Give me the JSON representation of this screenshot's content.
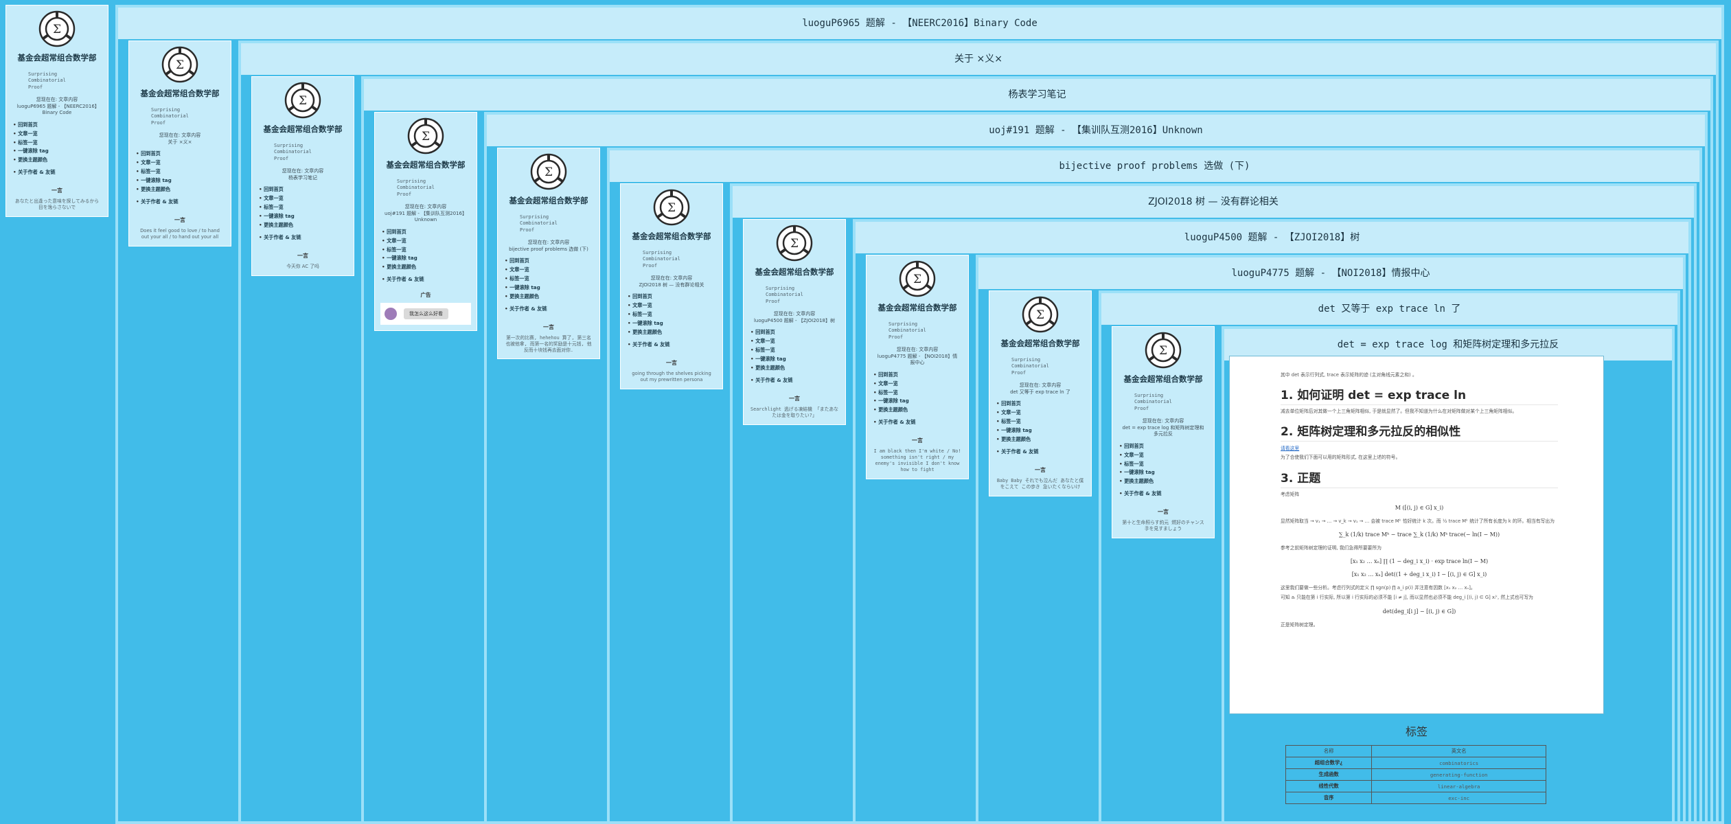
{
  "site": {
    "title": "基金会超常组合数学部",
    "subtitle": "Surprising\nCombinatorial\nProof",
    "nav": [
      "回到首页",
      "文章一览",
      "标签一览",
      "一键滚除 tag",
      "更换主题颜色",
      "关于作者 & 友链"
    ],
    "ad_title": "广告",
    "ad_tag": "我怎么这么好看",
    "yiyan_title": "一言"
  },
  "colors": {
    "page_bg": "#41bce9",
    "panel_header": "#c6ecfa",
    "panel_border": "#9be0f8",
    "sidebar_bg": "#c6ecfa"
  },
  "levels": [
    {
      "title": "luoguP6965 题解 - 【NEERC2016】Binary Code",
      "loc": "您现在在: 文章内容\nluoguP6965 题解 - 【NEERC2016】Binary Code",
      "yiyan": "あなたと出逢った意味を探してみるから 目を逸らさないで"
    },
    {
      "title": "关于 ×义×",
      "loc": "您现在在: 文章内容\n关于 ×义×",
      "yiyan": "Does it feel good to love / to hand out your all / to hand out your all"
    },
    {
      "title": "杨表学习笔记",
      "loc": "您现在在: 文章内容\n杨表学习笔记",
      "yiyan": "今天你 AC 了吗"
    },
    {
      "title": "uoj#191 题解 - 【集训队互测2016】Unknown",
      "loc": "您现在在: 文章内容\nuoj#191 题解 - 【集训队互测2016】Unknown",
      "yiyan": ""
    },
    {
      "title": "bijective proof problems 选做 (下)",
      "loc": "您现在在: 文章内容\nbijective proof problems 选做 (下)",
      "yiyan": "第一次的比赛, hehehou 算了, 第三名也被他拿, 而第一名的奖励是十元钱, 他反而十块钱再去面对你."
    },
    {
      "title": "ZJOI2018 树 — 没有群论相关",
      "loc": "您现在在: 文章内容\nZJOI2018 树 — 没有群论相关",
      "yiyan": "going through the shelves picking out my prewritten persona"
    },
    {
      "title": "luoguP4500 题解 - 【ZJOI2018】树",
      "loc": "您现在在: 文章内容\nluoguP4500 题解 - 【ZJOI2018】树",
      "yiyan": "Searchlight 逃げる凍結機 「またあなたは金を取りたい?」"
    },
    {
      "title": "luoguP4775 题解 - 【NOI2018】情报中心",
      "loc": "您现在在: 文章内容\nluoguP4775 题解 - 【NOI2018】情报中心",
      "yiyan": "I am black then I'm white / No! something isn't right / my enemy's invisible I don't know how to fight"
    },
    {
      "title": "det 又等于 exp trace ln 了",
      "loc": "您现在在: 文章内容\ndet 又等于 exp trace ln 了",
      "yiyan": "Baby Baby それでも泣んだ あなたと僕をこえて この歩き 急いたくならいけ"
    },
    {
      "title": "det = exp trace log 和矩阵树定理和多元拉反",
      "loc": "您现在在: 文章内容\ndet = exp trace log 和矩阵树定理和多元拉反",
      "yiyan": "第十と生命照らす約元 燃好のチャンス 手を見すましょう"
    }
  ],
  "article": {
    "intro": "其中 det 表示行列式, trace 表示矩阵的迹 (主对角线元素之和) 。",
    "h1": "1. 如何证明 det = exp trace ln",
    "p1": "减去单位矩阵后对其做一个上三角矩阵相似, 于是就显然了。但我不知道为什么在对矩阵做对某个上三角矩阵相似。",
    "h2": "2. 矩阵树定理和多元拉反的相似性",
    "link": "请看这里",
    "p2": "为了合使我们下面可以用的矩阵形式, 在这里上述的符号。",
    "h3": "3. 正题",
    "p3": "考虑矩阵",
    "m1": "M    ([(i, j) ∈ G] x_i)",
    "p4": "显然矩阵取当 → v₁ → … → v_k → v₁ → … 会被 trace Mᵏ 恰好统计 k 次。而 ½ trace Mᵏ 统计了所有长度为 k 的环。相当有写出为",
    "m2": "∑_k (1/k) trace Mᵏ − trace ∑_k (1/k) Mᵏ    trace(− ln(I − M))",
    "p5": "参考之前矩阵树定理的证明, 我们急得所要要所为",
    "m3": "[x₁ x₂ … xₙ] ∏ (1 − deg_i x_i) · exp trace ln(I − M)",
    "m4": "[x₁ x₂ … xₙ] det((1 + deg_i x_i) I − [(i, j) ∈ G] x_i)",
    "p6": "这里我们要做一些分析。考虑行列式的定义 ∏ sgn(p) ∏ a_i p(i) 并注意有因数 [x₁ x₂ … xₙ]。",
    "p7": "可知 aᵢ 只能在第 i 行实际, 所以第 i 行实际的必须不能 [i ≠ j], 而以显然也必须不能 deg_i [(i, j) ∈ G] xᵢᵏ, 然上式也可写为",
    "m5": "det(deg_i[i    j] − [(i, j) ∈ G])",
    "p8": "正是矩阵树定理。"
  },
  "tags": {
    "title": "标签",
    "headers": [
      "名称",
      "英文名"
    ],
    "rows": [
      [
        "超组合数学¿",
        "combinatorics"
      ],
      [
        "生成函数",
        "generating-function"
      ],
      [
        "线性代数",
        "linear-algebra"
      ],
      [
        "音序",
        "exc-inc"
      ]
    ]
  }
}
